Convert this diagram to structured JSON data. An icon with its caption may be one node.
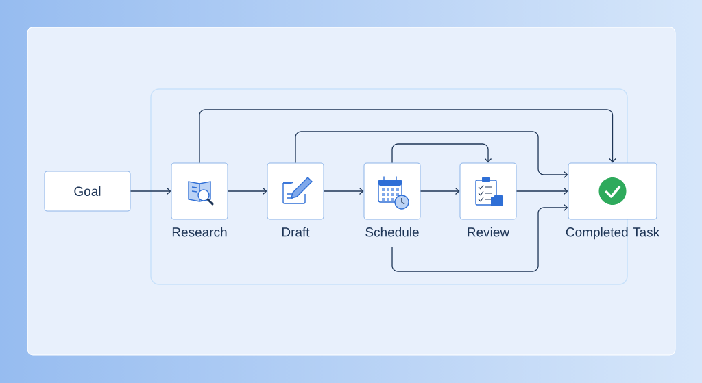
{
  "diagram": {
    "nodes": [
      {
        "text": [
          "Goal"
        ]
      },
      {
        "text": [
          "Research"
        ]
      },
      {
        "text": [
          "Draft"
        ]
      },
      {
        "text": [
          "Schedule"
        ]
      },
      {
        "text": [
          "Review"
        ]
      },
      {
        "text": [
          "Completed Task"
        ]
      }
    ],
    "edges": [
      {
        "from": 0,
        "to": 1,
        "arrow": "to"
      },
      {
        "from": 1,
        "to": 2,
        "arrow": "to"
      },
      {
        "from": 2,
        "to": 3,
        "arrow": "to"
      },
      {
        "from": 3,
        "to": 4,
        "arrow": "to"
      },
      {
        "from": 4,
        "to": 5,
        "arrow": "to"
      },
      {
        "from": 1,
        "to": 5,
        "arrow": "to"
      },
      {
        "from": 2,
        "to": 5,
        "arrow": "to"
      },
      {
        "from": 3,
        "to": 4,
        "arrow": "to"
      },
      {
        "from": 3,
        "to": 5,
        "arrow": "to"
      }
    ]
  }
}
